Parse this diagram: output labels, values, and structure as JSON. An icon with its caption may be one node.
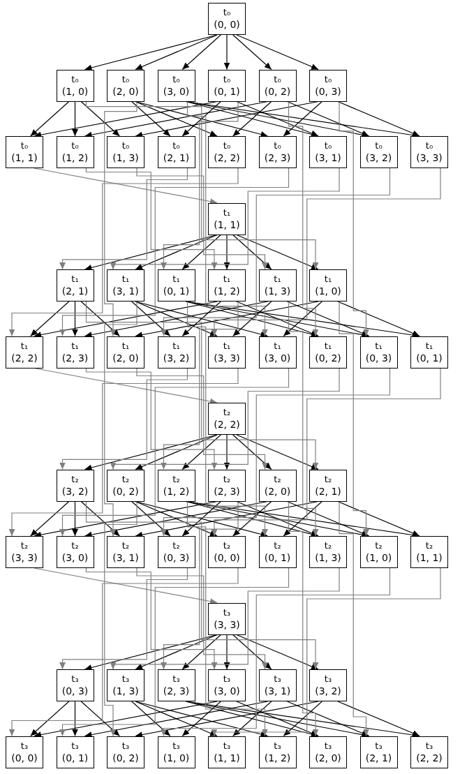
{
  "diagram": {
    "nodes": [
      {
        "text": [
          "t₀",
          "(0, 0)"
        ]
      },
      {
        "text": [
          "t₀",
          "(1, 0)"
        ]
      },
      {
        "text": [
          "t₀",
          "(2, 0)"
        ]
      },
      {
        "text": [
          "t₀",
          "(3, 0)"
        ]
      },
      {
        "text": [
          "t₀",
          "(0, 1)"
        ]
      },
      {
        "text": [
          "t₀",
          "(0, 2)"
        ]
      },
      {
        "text": [
          "t₀",
          "(0, 3)"
        ]
      },
      {
        "text": [
          "t₀",
          "(1, 1)"
        ]
      },
      {
        "text": [
          "t₀",
          "(1, 2)"
        ]
      },
      {
        "text": [
          "t₀",
          "(1, 3)"
        ]
      },
      {
        "text": [
          "t₀",
          "(2, 1)"
        ]
      },
      {
        "text": [
          "t₀",
          "(2, 2)"
        ]
      },
      {
        "text": [
          "t₀",
          "(2, 3)"
        ]
      },
      {
        "text": [
          "t₀",
          "(3, 1)"
        ]
      },
      {
        "text": [
          "t₀",
          "(3, 2)"
        ]
      },
      {
        "text": [
          "t₀",
          "(3, 3)"
        ]
      },
      {
        "text": [
          "t₁",
          "(1, 1)"
        ]
      },
      {
        "text": [
          "t₁",
          "(2, 1)"
        ]
      },
      {
        "text": [
          "t₁",
          "(3, 1)"
        ]
      },
      {
        "text": [
          "t₁",
          "(0, 1)"
        ]
      },
      {
        "text": [
          "t₁",
          "(1, 2)"
        ]
      },
      {
        "text": [
          "t₁",
          "(1, 3)"
        ]
      },
      {
        "text": [
          "t₁",
          "(1, 0)"
        ]
      },
      {
        "text": [
          "t₁",
          "(2, 2)"
        ]
      },
      {
        "text": [
          "t₁",
          "(2, 3)"
        ]
      },
      {
        "text": [
          "t₁",
          "(2, 0)"
        ]
      },
      {
        "text": [
          "t₁",
          "(3, 2)"
        ]
      },
      {
        "text": [
          "t₁",
          "(3, 3)"
        ]
      },
      {
        "text": [
          "t₁",
          "(3, 0)"
        ]
      },
      {
        "text": [
          "t₁",
          "(0, 2)"
        ]
      },
      {
        "text": [
          "t₁",
          "(0, 3)"
        ]
      },
      {
        "text": [
          "t₁",
          "(0, 1)"
        ]
      },
      {
        "text": [
          "t₂",
          "(2, 2)"
        ]
      },
      {
        "text": [
          "t₂",
          "(3, 2)"
        ]
      },
      {
        "text": [
          "t₂",
          "(0, 2)"
        ]
      },
      {
        "text": [
          "t₂",
          "(1, 2)"
        ]
      },
      {
        "text": [
          "t₂",
          "(2, 3)"
        ]
      },
      {
        "text": [
          "t₂",
          "(2, 0)"
        ]
      },
      {
        "text": [
          "t₂",
          "(2, 1)"
        ]
      },
      {
        "text": [
          "t₂",
          "(3, 3)"
        ]
      },
      {
        "text": [
          "t₂",
          "(3, 0)"
        ]
      },
      {
        "text": [
          "t₂",
          "(3, 1)"
        ]
      },
      {
        "text": [
          "t₂",
          "(0, 3)"
        ]
      },
      {
        "text": [
          "t₂",
          "(0, 0)"
        ]
      },
      {
        "text": [
          "t₂",
          "(0, 1)"
        ]
      },
      {
        "text": [
          "t₂",
          "(1, 3)"
        ]
      },
      {
        "text": [
          "t₂",
          "(1, 0)"
        ]
      },
      {
        "text": [
          "t₂",
          "(1, 1)"
        ]
      },
      {
        "text": [
          "t₃",
          "(3, 3)"
        ]
      },
      {
        "text": [
          "t₃",
          "(0, 3)"
        ]
      },
      {
        "text": [
          "t₃",
          "(1, 3)"
        ]
      },
      {
        "text": [
          "t₃",
          "(2, 3)"
        ]
      },
      {
        "text": [
          "t₃",
          "(3, 0)"
        ]
      },
      {
        "text": [
          "t₃",
          "(3, 1)"
        ]
      },
      {
        "text": [
          "t₃",
          "(3, 2)"
        ]
      },
      {
        "text": [
          "t₃",
          "(0, 0)"
        ]
      },
      {
        "text": [
          "t₃",
          "(0, 1)"
        ]
      },
      {
        "text": [
          "t₃",
          "(0, 2)"
        ]
      },
      {
        "text": [
          "t₃",
          "(1, 0)"
        ]
      },
      {
        "text": [
          "t₃",
          "(1, 1)"
        ]
      },
      {
        "text": [
          "t₃",
          "(1, 2)"
        ]
      },
      {
        "text": [
          "t₃",
          "(2, 0)"
        ]
      },
      {
        "text": [
          "t₃",
          "(2, 1)"
        ]
      },
      {
        "text": [
          "t₃",
          "(2, 2)"
        ]
      }
    ],
    "edges": [
      {
        "from": 0,
        "to": 1,
        "arrow": "to"
      },
      {
        "from": 0,
        "to": 2,
        "arrow": "to"
      },
      {
        "from": 0,
        "to": 3,
        "arrow": "to"
      },
      {
        "from": 0,
        "to": 4,
        "arrow": "to"
      },
      {
        "from": 0,
        "to": 5,
        "arrow": "to"
      },
      {
        "from": 0,
        "to": 6,
        "arrow": "to"
      },
      {
        "from": 1,
        "to": 7,
        "arrow": "to"
      },
      {
        "from": 1,
        "to": 8,
        "arrow": "to"
      },
      {
        "from": 1,
        "to": 9,
        "arrow": "to"
      },
      {
        "from": 2,
        "to": 10,
        "arrow": "to"
      },
      {
        "from": 2,
        "to": 11,
        "arrow": "to"
      },
      {
        "from": 2,
        "to": 12,
        "arrow": "to"
      },
      {
        "from": 3,
        "to": 13,
        "arrow": "to"
      },
      {
        "from": 3,
        "to": 14,
        "arrow": "to"
      },
      {
        "from": 3,
        "to": 15,
        "arrow": "to"
      },
      {
        "from": 4,
        "to": 7,
        "arrow": "to"
      },
      {
        "from": 4,
        "to": 10,
        "arrow": "to"
      },
      {
        "from": 4,
        "to": 13,
        "arrow": "to"
      },
      {
        "from": 5,
        "to": 8,
        "arrow": "to"
      },
      {
        "from": 5,
        "to": 11,
        "arrow": "to"
      },
      {
        "from": 5,
        "to": 14,
        "arrow": "to"
      },
      {
        "from": 6,
        "to": 9,
        "arrow": "to"
      },
      {
        "from": 6,
        "to": 12,
        "arrow": "to"
      },
      {
        "from": 6,
        "to": 15,
        "arrow": "to"
      },
      {
        "from": 16,
        "to": 17,
        "arrow": "to"
      },
      {
        "from": 16,
        "to": 18,
        "arrow": "to"
      },
      {
        "from": 16,
        "to": 19,
        "arrow": "to"
      },
      {
        "from": 16,
        "to": 20,
        "arrow": "to"
      },
      {
        "from": 16,
        "to": 21,
        "arrow": "to"
      },
      {
        "from": 16,
        "to": 22,
        "arrow": "to"
      },
      {
        "from": 17,
        "to": 23,
        "arrow": "to"
      },
      {
        "from": 17,
        "to": 24,
        "arrow": "to"
      },
      {
        "from": 17,
        "to": 25,
        "arrow": "to"
      },
      {
        "from": 18,
        "to": 26,
        "arrow": "to"
      },
      {
        "from": 18,
        "to": 27,
        "arrow": "to"
      },
      {
        "from": 18,
        "to": 28,
        "arrow": "to"
      },
      {
        "from": 19,
        "to": 29,
        "arrow": "to"
      },
      {
        "from": 19,
        "to": 30,
        "arrow": "to"
      },
      {
        "from": 19,
        "to": 31,
        "arrow": "to"
      },
      {
        "from": 20,
        "to": 23,
        "arrow": "to"
      },
      {
        "from": 20,
        "to": 26,
        "arrow": "to"
      },
      {
        "from": 20,
        "to": 29,
        "arrow": "to"
      },
      {
        "from": 21,
        "to": 24,
        "arrow": "to"
      },
      {
        "from": 21,
        "to": 27,
        "arrow": "to"
      },
      {
        "from": 21,
        "to": 30,
        "arrow": "to"
      },
      {
        "from": 22,
        "to": 25,
        "arrow": "to"
      },
      {
        "from": 22,
        "to": 28,
        "arrow": "to"
      },
      {
        "from": 22,
        "to": 31,
        "arrow": "to"
      },
      {
        "from": 32,
        "to": 33,
        "arrow": "to"
      },
      {
        "from": 32,
        "to": 34,
        "arrow": "to"
      },
      {
        "from": 32,
        "to": 35,
        "arrow": "to"
      },
      {
        "from": 32,
        "to": 36,
        "arrow": "to"
      },
      {
        "from": 32,
        "to": 37,
        "arrow": "to"
      },
      {
        "from": 32,
        "to": 38,
        "arrow": "to"
      },
      {
        "from": 33,
        "to": 39,
        "arrow": "to"
      },
      {
        "from": 33,
        "to": 40,
        "arrow": "to"
      },
      {
        "from": 33,
        "to": 41,
        "arrow": "to"
      },
      {
        "from": 34,
        "to": 42,
        "arrow": "to"
      },
      {
        "from": 34,
        "to": 43,
        "arrow": "to"
      },
      {
        "from": 34,
        "to": 44,
        "arrow": "to"
      },
      {
        "from": 35,
        "to": 45,
        "arrow": "to"
      },
      {
        "from": 35,
        "to": 46,
        "arrow": "to"
      },
      {
        "from": 35,
        "to": 47,
        "arrow": "to"
      },
      {
        "from": 36,
        "to": 39,
        "arrow": "to"
      },
      {
        "from": 36,
        "to": 42,
        "arrow": "to"
      },
      {
        "from": 36,
        "to": 45,
        "arrow": "to"
      },
      {
        "from": 37,
        "to": 40,
        "arrow": "to"
      },
      {
        "from": 37,
        "to": 43,
        "arrow": "to"
      },
      {
        "from": 37,
        "to": 46,
        "arrow": "to"
      },
      {
        "from": 38,
        "to": 41,
        "arrow": "to"
      },
      {
        "from": 38,
        "to": 44,
        "arrow": "to"
      },
      {
        "from": 38,
        "to": 47,
        "arrow": "to"
      },
      {
        "from": 48,
        "to": 49,
        "arrow": "to"
      },
      {
        "from": 48,
        "to": 50,
        "arrow": "to"
      },
      {
        "from": 48,
        "to": 51,
        "arrow": "to"
      },
      {
        "from": 48,
        "to": 52,
        "arrow": "to"
      },
      {
        "from": 48,
        "to": 53,
        "arrow": "to"
      },
      {
        "from": 48,
        "to": 54,
        "arrow": "to"
      },
      {
        "from": 49,
        "to": 55,
        "arrow": "to"
      },
      {
        "from": 49,
        "to": 56,
        "arrow": "to"
      },
      {
        "from": 49,
        "to": 57,
        "arrow": "to"
      },
      {
        "from": 50,
        "to": 58,
        "arrow": "to"
      },
      {
        "from": 50,
        "to": 59,
        "arrow": "to"
      },
      {
        "from": 50,
        "to": 60,
        "arrow": "to"
      },
      {
        "from": 51,
        "to": 61,
        "arrow": "to"
      },
      {
        "from": 51,
        "to": 62,
        "arrow": "to"
      },
      {
        "from": 51,
        "to": 63,
        "arrow": "to"
      },
      {
        "from": 52,
        "to": 55,
        "arrow": "to"
      },
      {
        "from": 52,
        "to": 58,
        "arrow": "to"
      },
      {
        "from": 52,
        "to": 61,
        "arrow": "to"
      },
      {
        "from": 53,
        "to": 56,
        "arrow": "to"
      },
      {
        "from": 53,
        "to": 59,
        "arrow": "to"
      },
      {
        "from": 53,
        "to": 62,
        "arrow": "to"
      },
      {
        "from": 54,
        "to": 57,
        "arrow": "to"
      },
      {
        "from": 54,
        "to": 60,
        "arrow": "to"
      },
      {
        "from": 54,
        "to": 63,
        "arrow": "to"
      },
      {
        "from": 1,
        "to": 22,
        "arrow": "to",
        "color": "#808080"
      },
      {
        "from": 2,
        "to": 25,
        "arrow": "to",
        "color": "#808080"
      },
      {
        "from": 3,
        "to": 28,
        "arrow": "to",
        "color": "#808080"
      },
      {
        "from": 4,
        "to": 19,
        "arrow": "to",
        "color": "#808080"
      },
      {
        "from": 5,
        "to": 29,
        "arrow": "to",
        "color": "#808080"
      },
      {
        "from": 6,
        "to": 30,
        "arrow": "to",
        "color": "#808080"
      },
      {
        "from": 7,
        "to": 16,
        "arrow": "to",
        "color": "#808080"
      },
      {
        "from": 8,
        "to": 20,
        "arrow": "to",
        "color": "#808080"
      },
      {
        "from": 9,
        "to": 21,
        "arrow": "to",
        "color": "#808080"
      },
      {
        "from": 10,
        "to": 17,
        "arrow": "to",
        "color": "#808080"
      },
      {
        "from": 11,
        "to": 23,
        "arrow": "to",
        "color": "#808080"
      },
      {
        "from": 12,
        "to": 24,
        "arrow": "to",
        "color": "#808080"
      },
      {
        "from": 13,
        "to": 18,
        "arrow": "to",
        "color": "#808080"
      },
      {
        "from": 14,
        "to": 26,
        "arrow": "to",
        "color": "#808080"
      },
      {
        "from": 15,
        "to": 27,
        "arrow": "to",
        "color": "#808080"
      },
      {
        "from": 17,
        "to": 38,
        "arrow": "to",
        "color": "#808080"
      },
      {
        "from": 18,
        "to": 41,
        "arrow": "to",
        "color": "#808080"
      },
      {
        "from": 19,
        "to": 44,
        "arrow": "to",
        "color": "#808080"
      },
      {
        "from": 20,
        "to": 35,
        "arrow": "to",
        "color": "#808080"
      },
      {
        "from": 21,
        "to": 45,
        "arrow": "to",
        "color": "#808080"
      },
      {
        "from": 22,
        "to": 46,
        "arrow": "to",
        "color": "#808080"
      },
      {
        "from": 23,
        "to": 32,
        "arrow": "to",
        "color": "#808080"
      },
      {
        "from": 24,
        "to": 36,
        "arrow": "to",
        "color": "#808080"
      },
      {
        "from": 25,
        "to": 37,
        "arrow": "to",
        "color": "#808080"
      },
      {
        "from": 26,
        "to": 33,
        "arrow": "to",
        "color": "#808080"
      },
      {
        "from": 27,
        "to": 39,
        "arrow": "to",
        "color": "#808080"
      },
      {
        "from": 28,
        "to": 40,
        "arrow": "to",
        "color": "#808080"
      },
      {
        "from": 29,
        "to": 34,
        "arrow": "to",
        "color": "#808080"
      },
      {
        "from": 30,
        "to": 42,
        "arrow": "to",
        "color": "#808080"
      },
      {
        "from": 31,
        "to": 43,
        "arrow": "to",
        "color": "#808080"
      },
      {
        "from": 33,
        "to": 54,
        "arrow": "to",
        "color": "#808080"
      },
      {
        "from": 34,
        "to": 57,
        "arrow": "to",
        "color": "#808080"
      },
      {
        "from": 35,
        "to": 60,
        "arrow": "to",
        "color": "#808080"
      },
      {
        "from": 36,
        "to": 51,
        "arrow": "to",
        "color": "#808080"
      },
      {
        "from": 37,
        "to": 61,
        "arrow": "to",
        "color": "#808080"
      },
      {
        "from": 38,
        "to": 62,
        "arrow": "to",
        "color": "#808080"
      },
      {
        "from": 39,
        "to": 48,
        "arrow": "to",
        "color": "#808080"
      },
      {
        "from": 40,
        "to": 52,
        "arrow": "to",
        "color": "#808080"
      },
      {
        "from": 41,
        "to": 53,
        "arrow": "to",
        "color": "#808080"
      },
      {
        "from": 42,
        "to": 49,
        "arrow": "to",
        "color": "#808080"
      },
      {
        "from": 43,
        "to": 55,
        "arrow": "to",
        "color": "#808080"
      },
      {
        "from": 44,
        "to": 56,
        "arrow": "to",
        "color": "#808080"
      },
      {
        "from": 45,
        "to": 50,
        "arrow": "to",
        "color": "#808080"
      },
      {
        "from": 46,
        "to": 58,
        "arrow": "to",
        "color": "#808080"
      },
      {
        "from": 47,
        "to": 59,
        "arrow": "to",
        "color": "#808080"
      }
    ]
  }
}
